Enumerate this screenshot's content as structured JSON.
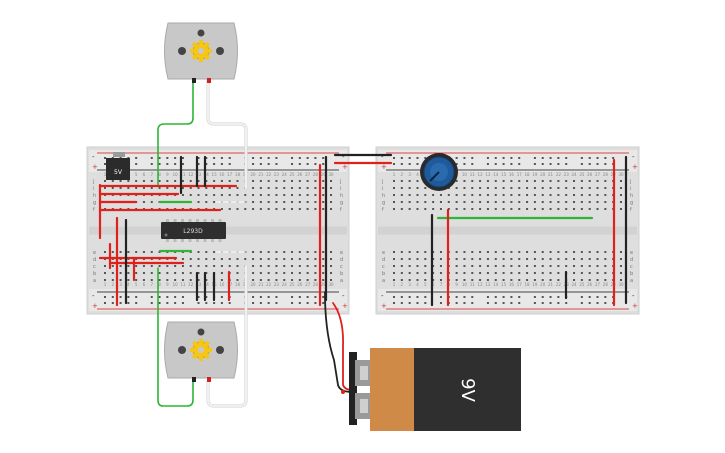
{
  "regulator": {
    "label": "5V"
  },
  "driver_ic": {
    "label": "L293D"
  },
  "battery": {
    "label": "9V",
    "body_color": "#2f2f2f",
    "cap_color": "#d08a48"
  },
  "breadboard": {
    "column_numbers": [
      "1",
      "2",
      "3",
      "4",
      "5",
      "6",
      "7",
      "8",
      "9",
      "10",
      "11",
      "12",
      "13",
      "14",
      "15",
      "16",
      "17",
      "18",
      "19",
      "20",
      "21",
      "22",
      "23",
      "24",
      "25",
      "26",
      "27",
      "28",
      "29",
      "30"
    ],
    "row_letters_top": [
      "j",
      "i",
      "h",
      "g",
      "f"
    ],
    "row_letters_bottom": [
      "e",
      "d",
      "c",
      "b",
      "a"
    ],
    "rail_plus": "+",
    "rail_minus": "-"
  },
  "wire_colors": {
    "red": "#e0201b",
    "black": "#222222",
    "green": "#2db536",
    "white": "#f2f2f2"
  },
  "motors": [
    {
      "id": "top-motor"
    },
    {
      "id": "bottom-motor"
    }
  ],
  "potentiometer": {
    "knob_color": "#1f5b9b"
  }
}
